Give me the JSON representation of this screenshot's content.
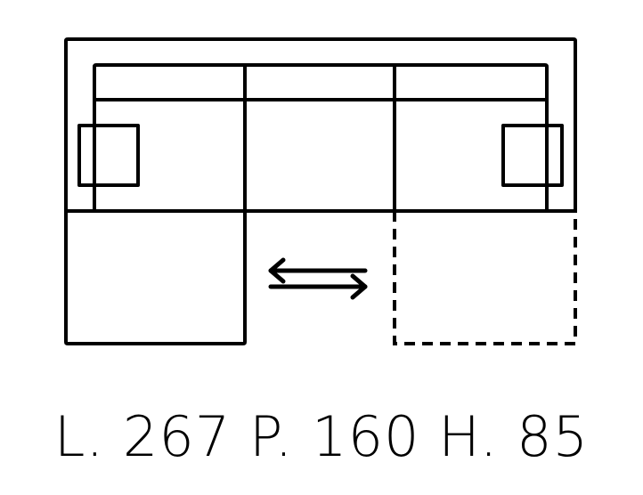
{
  "diagram": {
    "stroke_color": "#000000",
    "background_color": "#ffffff",
    "arrow_icon": "swap-horizontal-arrows-icon"
  },
  "dimensions": {
    "length_label": "L.",
    "length_value": "267",
    "depth_label": "P.",
    "depth_value": "160",
    "height_label": "H.",
    "height_value": "85"
  }
}
